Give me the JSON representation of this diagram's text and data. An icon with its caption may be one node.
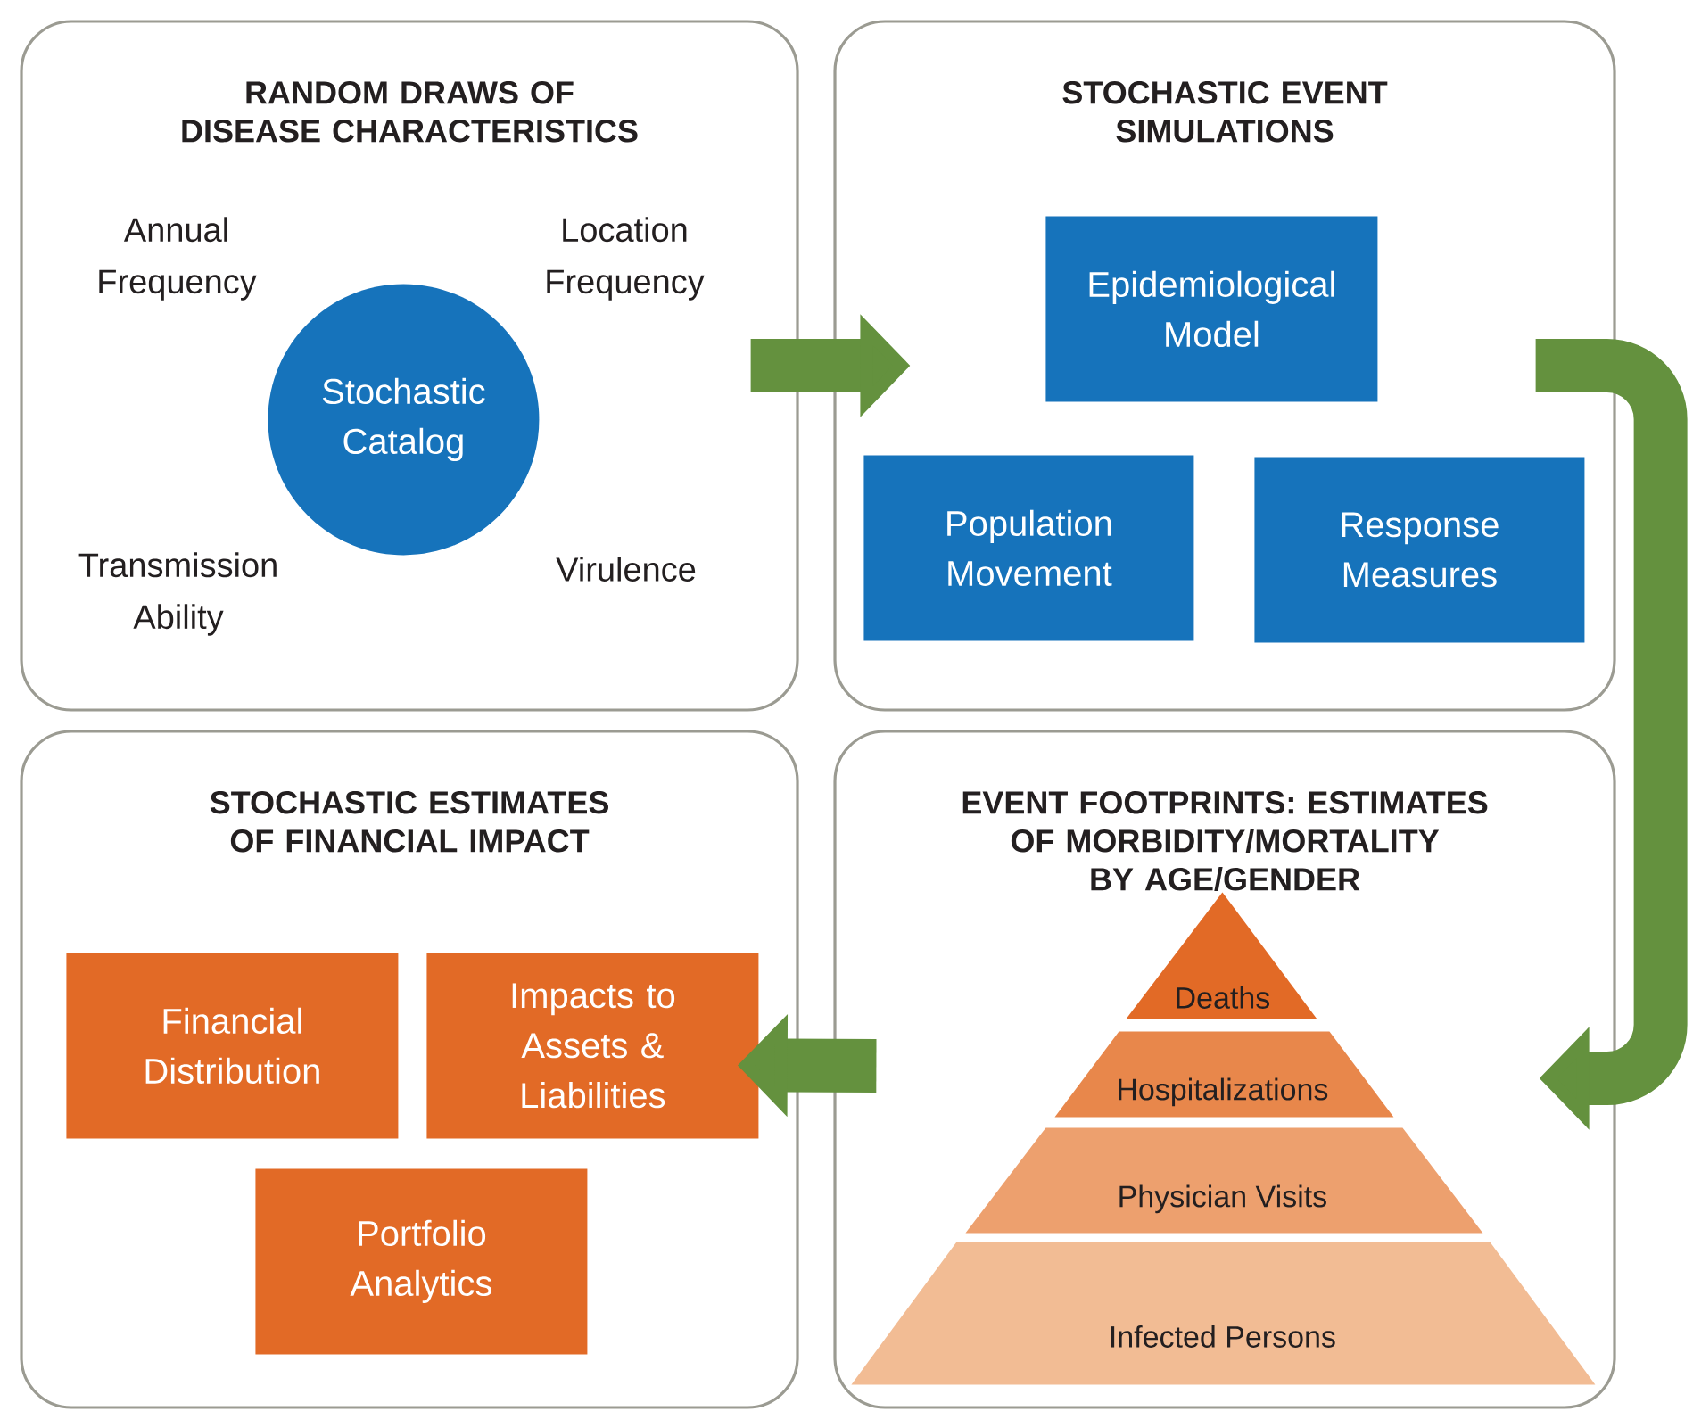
{
  "diagram": {
    "nodes": [
      {
        "text": [
          "RANDOM DRAWS OF DISEASE CHARACTERISTICS"
        ]
      },
      {
        "text": [
          "Stochastic Catalog"
        ],
        "in": 0
      },
      {
        "text": [
          "STOCHASTIC EVENT SIMULATIONS"
        ]
      },
      {
        "text": [
          "Epidemiological Model"
        ],
        "in": 2
      },
      {
        "text": [
          "Population Movement"
        ],
        "in": 2
      },
      {
        "text": [
          "Response Measures"
        ],
        "in": 2
      },
      {
        "text": [
          "STOCHASTIC ESTIMATES OF FINANCIAL IMPACT"
        ]
      },
      {
        "text": [
          "Financial Distribution"
        ],
        "in": 6
      },
      {
        "text": [
          "Impacts to Assets & Liabilities"
        ],
        "in": 6
      },
      {
        "text": [
          "Portfolio Analytics"
        ],
        "in": 6
      },
      {
        "text": [
          "EVENT FOOTPRINTS: ESTIMATES OF MORBIDITY/MORTALITY BY AGE/GENDER"
        ]
      },
      {
        "text": [
          "Deaths"
        ],
        "in": 10
      },
      {
        "text": [
          "Hospitalizations"
        ],
        "in": 10
      },
      {
        "text": [
          "Physician Visits"
        ],
        "in": 10
      },
      {
        "text": [
          "Infected Persons"
        ],
        "in": 10
      }
    ],
    "edges": [
      {
        "from": 0,
        "to": 2,
        "arrow": "to"
      },
      {
        "from": 2,
        "to": 10,
        "arrow": "to"
      },
      {
        "from": 10,
        "to": 8,
        "arrow": "to"
      }
    ],
    "labels": [
      "Annual Frequency",
      "Location Frequency",
      "Transmission Ability",
      "Virulence"
    ]
  }
}
